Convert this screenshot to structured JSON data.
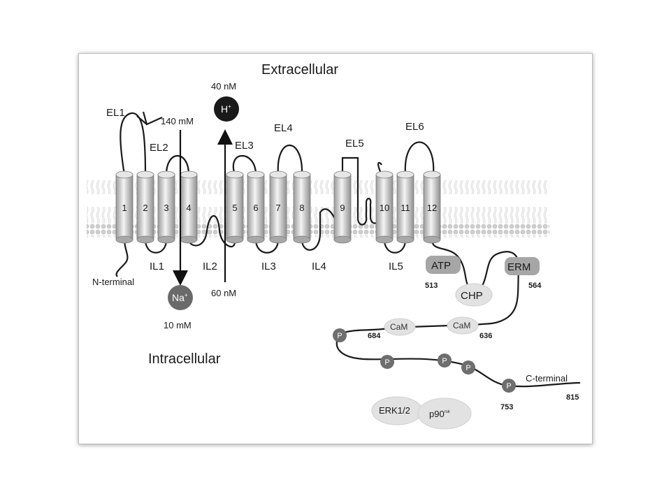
{
  "regions": {
    "extracellular": "Extracellular",
    "intracellular": "Intracellular"
  },
  "helices": [
    "1",
    "2",
    "3",
    "4",
    "5",
    "6",
    "7",
    "8",
    "9",
    "10",
    "11",
    "12"
  ],
  "loops": {
    "extracellular": [
      "EL1",
      "EL2",
      "EL3",
      "EL4",
      "EL5",
      "EL6"
    ],
    "intracellular": [
      "IL1",
      "IL2",
      "IL3",
      "IL4",
      "IL5"
    ]
  },
  "ions": {
    "na": {
      "symbol": "Na",
      "charge": "+",
      "outside": "140 mM",
      "inside": "10 mM"
    },
    "h": {
      "symbol": "H",
      "charge": "+",
      "outside": "40 nM",
      "inside": "60 nM"
    }
  },
  "termini": {
    "n": "N-terminal",
    "c": "C-terminal"
  },
  "binding": {
    "atp": "ATP",
    "erm": "ERM",
    "chp": "CHP",
    "cam": "CaM",
    "erk": "ERK1/2",
    "p90": "p90",
    "p90_sup": "rsk"
  },
  "phospho_label": "P",
  "residues": {
    "atp": "513",
    "erm": "564",
    "cam1": "684",
    "cam2": "636",
    "p753": "753",
    "c_end": "815"
  },
  "colors": {
    "membrane": "#c6c6c6",
    "helix_light": "#f4f4f4",
    "helix_dark": "#9a9a9a",
    "phospho": "#6e6e6e",
    "blob": "#e2e2e2",
    "box": "#a6a6a6"
  }
}
